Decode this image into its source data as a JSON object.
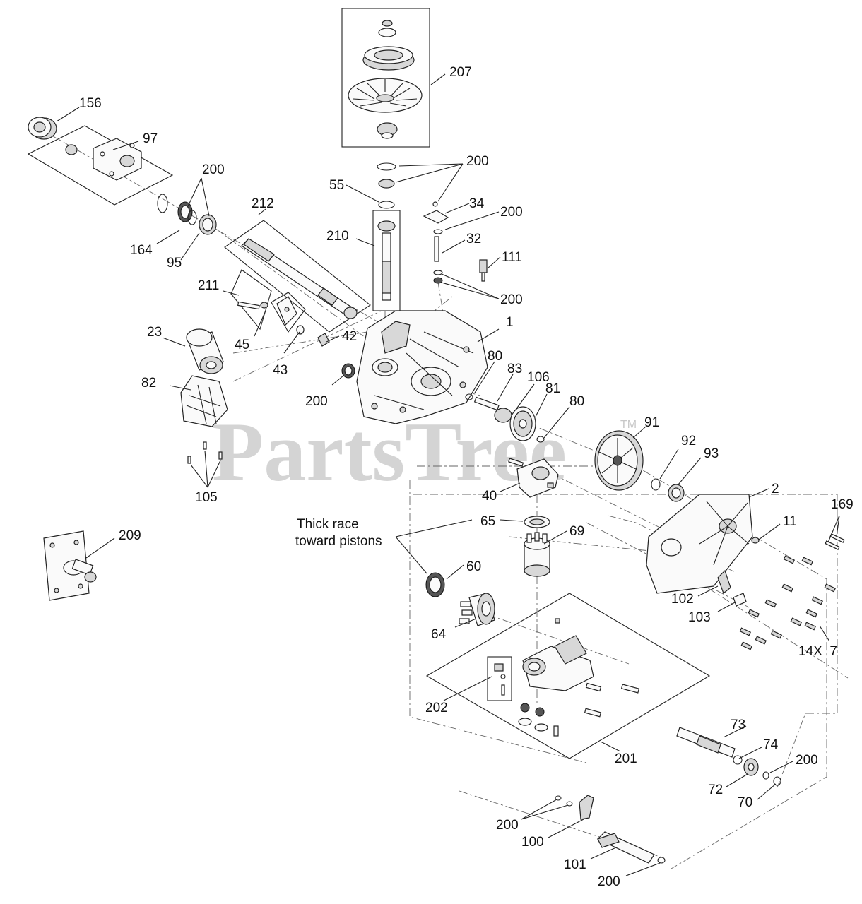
{
  "watermark": {
    "text": "PartsTree",
    "tm": "TM"
  },
  "note": {
    "line1": "Thick race",
    "line2": "toward pistons"
  },
  "labels": [
    {
      "id": "207",
      "text": "207"
    },
    {
      "id": "156",
      "text": "156"
    },
    {
      "id": "97",
      "text": "97"
    },
    {
      "id": "200a",
      "text": "200"
    },
    {
      "id": "200b",
      "text": "200"
    },
    {
      "id": "55",
      "text": "55"
    },
    {
      "id": "34",
      "text": "34"
    },
    {
      "id": "200c",
      "text": "200"
    },
    {
      "id": "212",
      "text": "212"
    },
    {
      "id": "210",
      "text": "210"
    },
    {
      "id": "32",
      "text": "32"
    },
    {
      "id": "164",
      "text": "164"
    },
    {
      "id": "95",
      "text": "95"
    },
    {
      "id": "111",
      "text": "111"
    },
    {
      "id": "200d",
      "text": "200"
    },
    {
      "id": "211",
      "text": "211"
    },
    {
      "id": "1",
      "text": "1"
    },
    {
      "id": "23",
      "text": "23"
    },
    {
      "id": "42",
      "text": "42"
    },
    {
      "id": "45",
      "text": "45"
    },
    {
      "id": "43",
      "text": "43"
    },
    {
      "id": "80a",
      "text": "80"
    },
    {
      "id": "83",
      "text": "83"
    },
    {
      "id": "82",
      "text": "82"
    },
    {
      "id": "106",
      "text": "106"
    },
    {
      "id": "200e",
      "text": "200"
    },
    {
      "id": "81",
      "text": "81"
    },
    {
      "id": "80b",
      "text": "80"
    },
    {
      "id": "91",
      "text": "91"
    },
    {
      "id": "92",
      "text": "92"
    },
    {
      "id": "93",
      "text": "93"
    },
    {
      "id": "105",
      "text": "105"
    },
    {
      "id": "40",
      "text": "40"
    },
    {
      "id": "2",
      "text": "2"
    },
    {
      "id": "169",
      "text": "169"
    },
    {
      "id": "209",
      "text": "209"
    },
    {
      "id": "65",
      "text": "65"
    },
    {
      "id": "69",
      "text": "69"
    },
    {
      "id": "11",
      "text": "11"
    },
    {
      "id": "60",
      "text": "60"
    },
    {
      "id": "102",
      "text": "102"
    },
    {
      "id": "103",
      "text": "103"
    },
    {
      "id": "64",
      "text": "64"
    },
    {
      "id": "14x7",
      "text": "14X  7"
    },
    {
      "id": "202",
      "text": "202"
    },
    {
      "id": "73",
      "text": "73"
    },
    {
      "id": "74",
      "text": "74"
    },
    {
      "id": "201",
      "text": "201"
    },
    {
      "id": "200f",
      "text": "200"
    },
    {
      "id": "72",
      "text": "72"
    },
    {
      "id": "70",
      "text": "70"
    },
    {
      "id": "200g",
      "text": "200"
    },
    {
      "id": "100",
      "text": "100"
    },
    {
      "id": "101",
      "text": "101"
    },
    {
      "id": "200h",
      "text": "200"
    }
  ]
}
